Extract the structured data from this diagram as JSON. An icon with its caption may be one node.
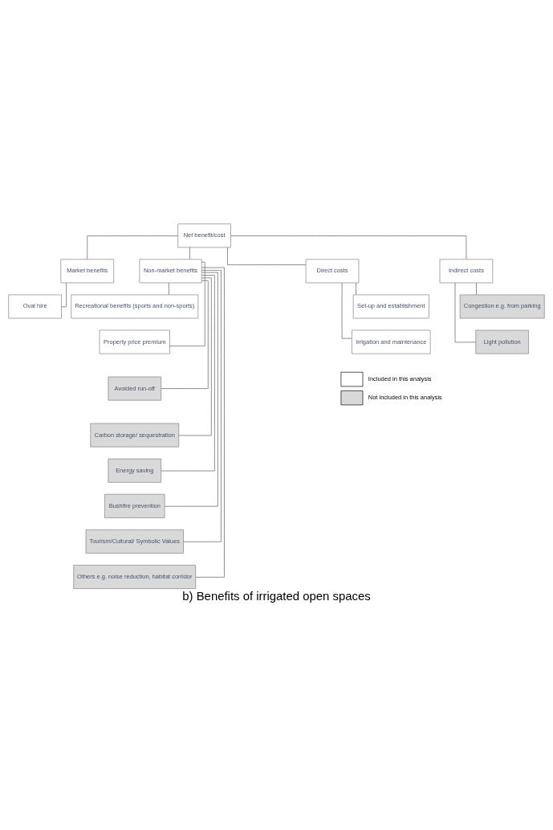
{
  "diagram": {
    "title": "b) Benefits of irrigated open spaces",
    "nodes": [
      {
        "text": [
          "Net benefit/cost"
        ]
      },
      {
        "text": [
          "Market benefits"
        ]
      },
      {
        "text": [
          "Non-market benefits"
        ]
      },
      {
        "text": [
          "Direct costs"
        ]
      },
      {
        "text": [
          "Indirect costs"
        ]
      },
      {
        "text": [
          "Oval hire"
        ]
      },
      {
        "text": [
          "Recreational benefits (sports and non-sports)"
        ]
      },
      {
        "text": [
          "Property price premium"
        ]
      },
      {
        "text": [
          "Avoided run-off"
        ]
      },
      {
        "text": [
          "Carbon storage/ sequestration"
        ]
      },
      {
        "text": [
          "Energy saving"
        ]
      },
      {
        "text": [
          "Bushfire prevention"
        ]
      },
      {
        "text": [
          "Tourism/Cultural/ Symbolic Values"
        ]
      },
      {
        "text": [
          "Others e.g. noise reduction, habitat corridor"
        ]
      },
      {
        "text": [
          "Set-up and establishment"
        ]
      },
      {
        "text": [
          "Irrigation and maintenance"
        ]
      },
      {
        "text": [
          "Congestion e.g. from parking"
        ]
      },
      {
        "text": [
          "Light pollution"
        ]
      }
    ],
    "edges": [
      {
        "from": 0,
        "to": 1,
        "arrow": "none"
      },
      {
        "from": 0,
        "to": 2,
        "arrow": "none"
      },
      {
        "from": 0,
        "to": 3,
        "arrow": "none"
      },
      {
        "from": 0,
        "to": 4,
        "arrow": "none"
      },
      {
        "from": 1,
        "to": 5,
        "arrow": "none"
      },
      {
        "from": 2,
        "to": 6,
        "arrow": "none"
      },
      {
        "from": 2,
        "to": 7,
        "arrow": "none"
      },
      {
        "from": 2,
        "to": 8,
        "arrow": "none"
      },
      {
        "from": 2,
        "to": 9,
        "arrow": "none"
      },
      {
        "from": 2,
        "to": 10,
        "arrow": "none"
      },
      {
        "from": 2,
        "to": 11,
        "arrow": "none"
      },
      {
        "from": 2,
        "to": 12,
        "arrow": "none"
      },
      {
        "from": 2,
        "to": 13,
        "arrow": "none"
      },
      {
        "from": 3,
        "to": 14,
        "arrow": "none"
      },
      {
        "from": 3,
        "to": 15,
        "arrow": "none"
      },
      {
        "from": 4,
        "to": 16,
        "arrow": "none"
      },
      {
        "from": 4,
        "to": 17,
        "arrow": "none"
      }
    ],
    "legend": [
      {
        "text": "Included in this analysis",
        "color": "#ffffff"
      },
      {
        "text": "Not included in this analysis",
        "color": "#d9d9d9"
      }
    ]
  }
}
